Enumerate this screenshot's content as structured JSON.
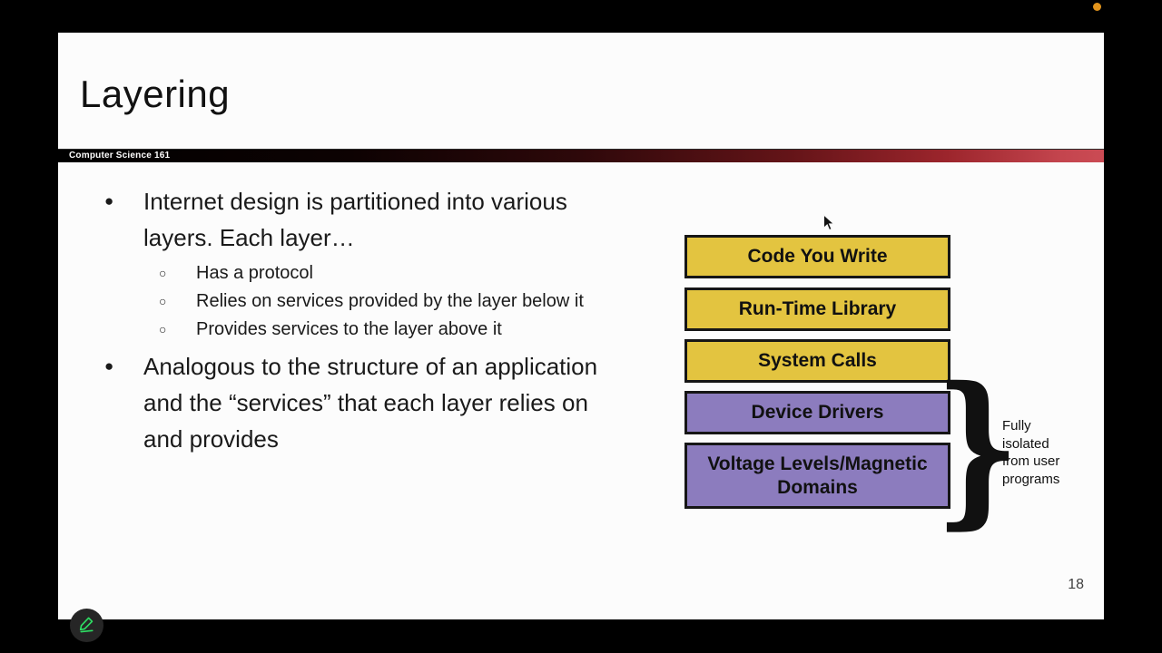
{
  "canvas": {
    "background": "#000000"
  },
  "status_indicator": {
    "color": "#E2941C"
  },
  "slide": {
    "background": "#FCFCFC",
    "title": "Layering",
    "page_number": "18",
    "banner": {
      "label": "Computer Science 161",
      "gradient_start": "#000000",
      "gradient_end": "#CB4B54"
    },
    "bullets": [
      {
        "marker": "●",
        "lines": [
          "Internet design is partitioned into various",
          "layers. Each layer…"
        ]
      },
      {
        "marker": "○",
        "lines": [
          "Has a protocol"
        ]
      },
      {
        "marker": "○",
        "lines": [
          "Relies on services provided by the layer below it"
        ]
      },
      {
        "marker": "○",
        "lines": [
          "Provides services to the layer above it"
        ]
      },
      {
        "marker": "●",
        "lines": [
          "Analogous to the structure of an application",
          "and the “services” that each layer relies on",
          "and provides"
        ]
      }
    ],
    "diagram": {
      "layers": [
        {
          "label": "Code You Write",
          "fill": "#E3C440"
        },
        {
          "label": "Run-Time Library",
          "fill": "#E3C440"
        },
        {
          "label": "System Calls",
          "fill": "#E3C440"
        },
        {
          "label": "Device Drivers",
          "fill": "#8C7CBE"
        },
        {
          "label": "Voltage Levels/Magnetic Domains",
          "fill": "#8C7CBE"
        }
      ],
      "brace_glyph": "}",
      "brace_note": "Fully isolated from user programs"
    }
  },
  "annotate_button": {
    "icon": "pencil-icon",
    "pencil_color": "#2EDE63"
  }
}
